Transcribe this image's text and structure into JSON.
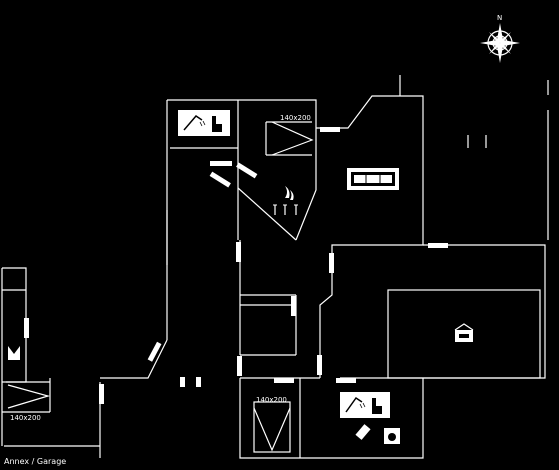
{
  "caption": "Annex / Garage",
  "compass": {
    "north_label": "N",
    "icon": "compass-rose-icon"
  },
  "beds": {
    "upper": "140x200",
    "left": "140x200",
    "lower": "140x200"
  },
  "icons": {
    "bath_upper": "toilet-shower-icon",
    "bath_lower": "toilet-shower-icon",
    "sofa": "sofa-icon",
    "fireplace": "fireplace-icon",
    "tv": "tv-icon",
    "washer": "washing-machine-icon",
    "jacuzzi": "jacuzzi-icon",
    "sauna": "sauna-icon"
  },
  "colors": {
    "background": "#000000",
    "lines": "#ffffff"
  }
}
